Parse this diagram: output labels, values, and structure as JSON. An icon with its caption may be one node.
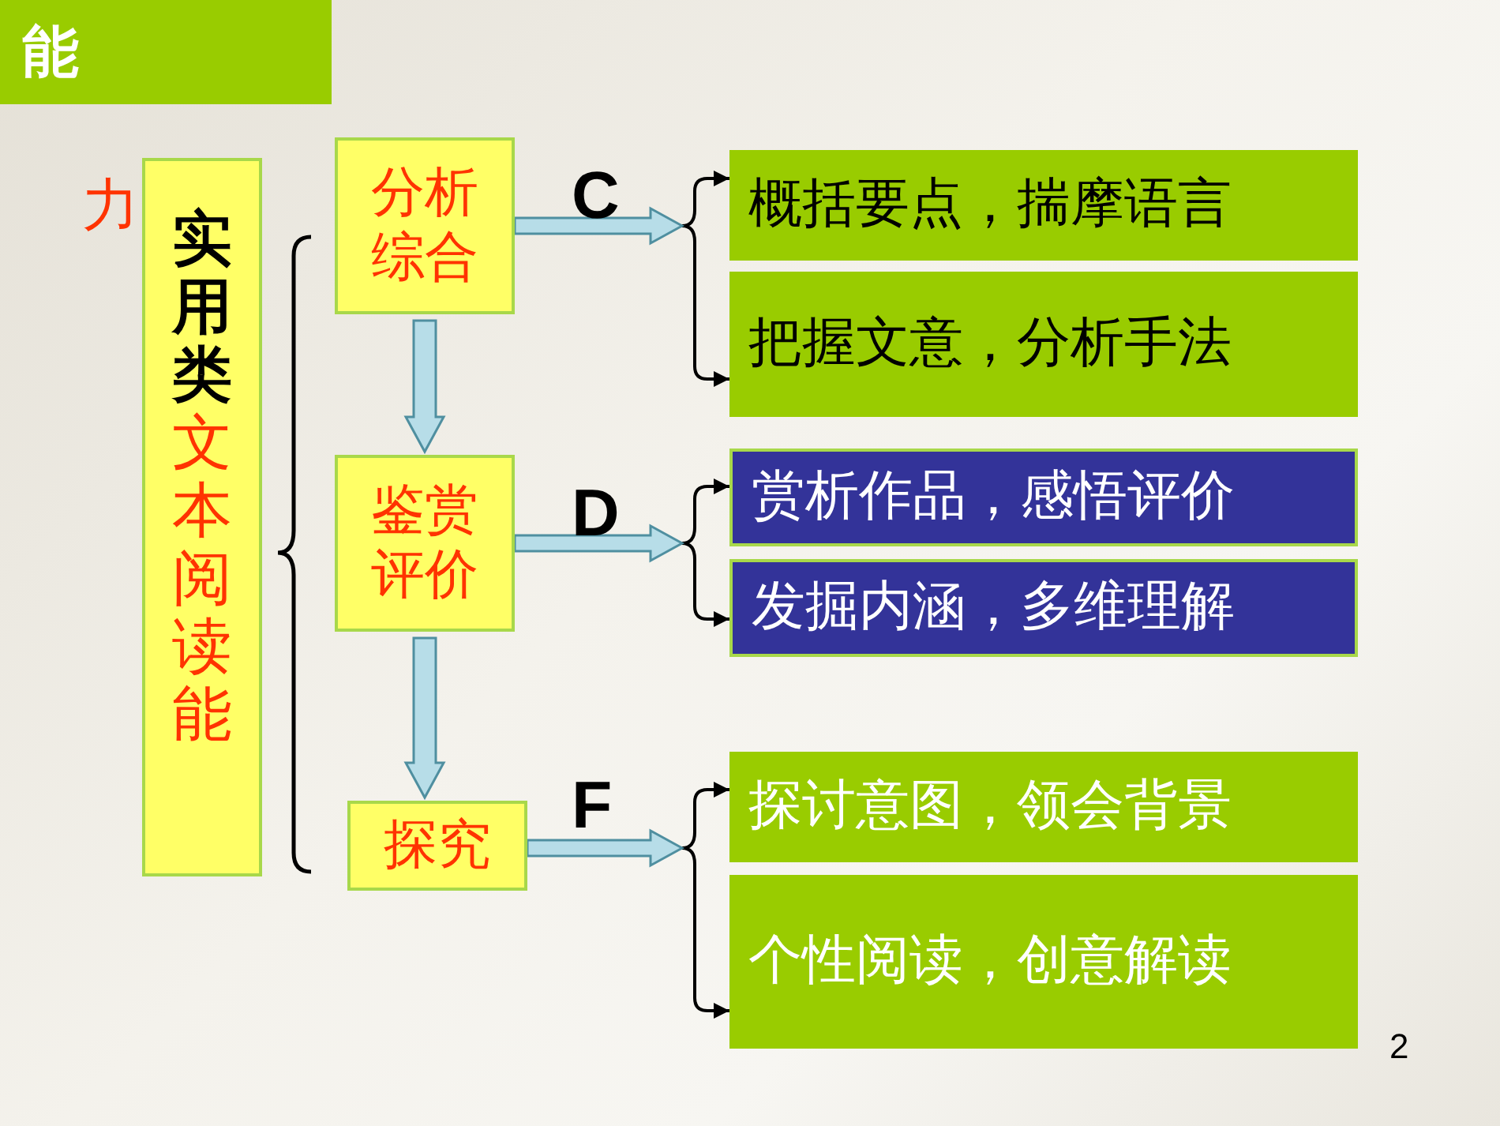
{
  "diagram": {
    "title": "能",
    "nodes": [
      {
        "text": [
          "**实用类**文本阅读能"
        ]
      },
      {
        "text": [
          "分析综合"
        ]
      },
      {
        "text": [
          "鉴赏评价"
        ]
      },
      {
        "text": [
          "探究"
        ]
      },
      {
        "text": [
          "概括要点，揣摩语言"
        ]
      },
      {
        "text": [
          "把握文意，分析手法"
        ]
      },
      {
        "text": [
          "赏析作品，感悟评价"
        ]
      },
      {
        "text": [
          "发掘内涵，多维理解"
        ]
      },
      {
        "text": [
          "探讨意图，领会背景"
        ]
      },
      {
        "text": [
          "个性阅读，创意解读"
        ]
      }
    ],
    "edges": [
      {
        "from": 1,
        "to": 2,
        "arrow": "to"
      },
      {
        "from": 2,
        "to": 3,
        "arrow": "to"
      },
      {
        "from": 1,
        "to": 4,
        "arrow": "to",
        "label": "C"
      },
      {
        "from": 1,
        "to": 5,
        "arrow": "to"
      },
      {
        "from": 2,
        "to": 6,
        "arrow": "to",
        "label": "D"
      },
      {
        "from": 2,
        "to": 7,
        "arrow": "to"
      },
      {
        "from": 3,
        "to": 8,
        "arrow": "to",
        "label": "F"
      },
      {
        "from": 3,
        "to": 9,
        "arrow": "to"
      }
    ],
    "labels": [
      "力",
      "2"
    ]
  }
}
